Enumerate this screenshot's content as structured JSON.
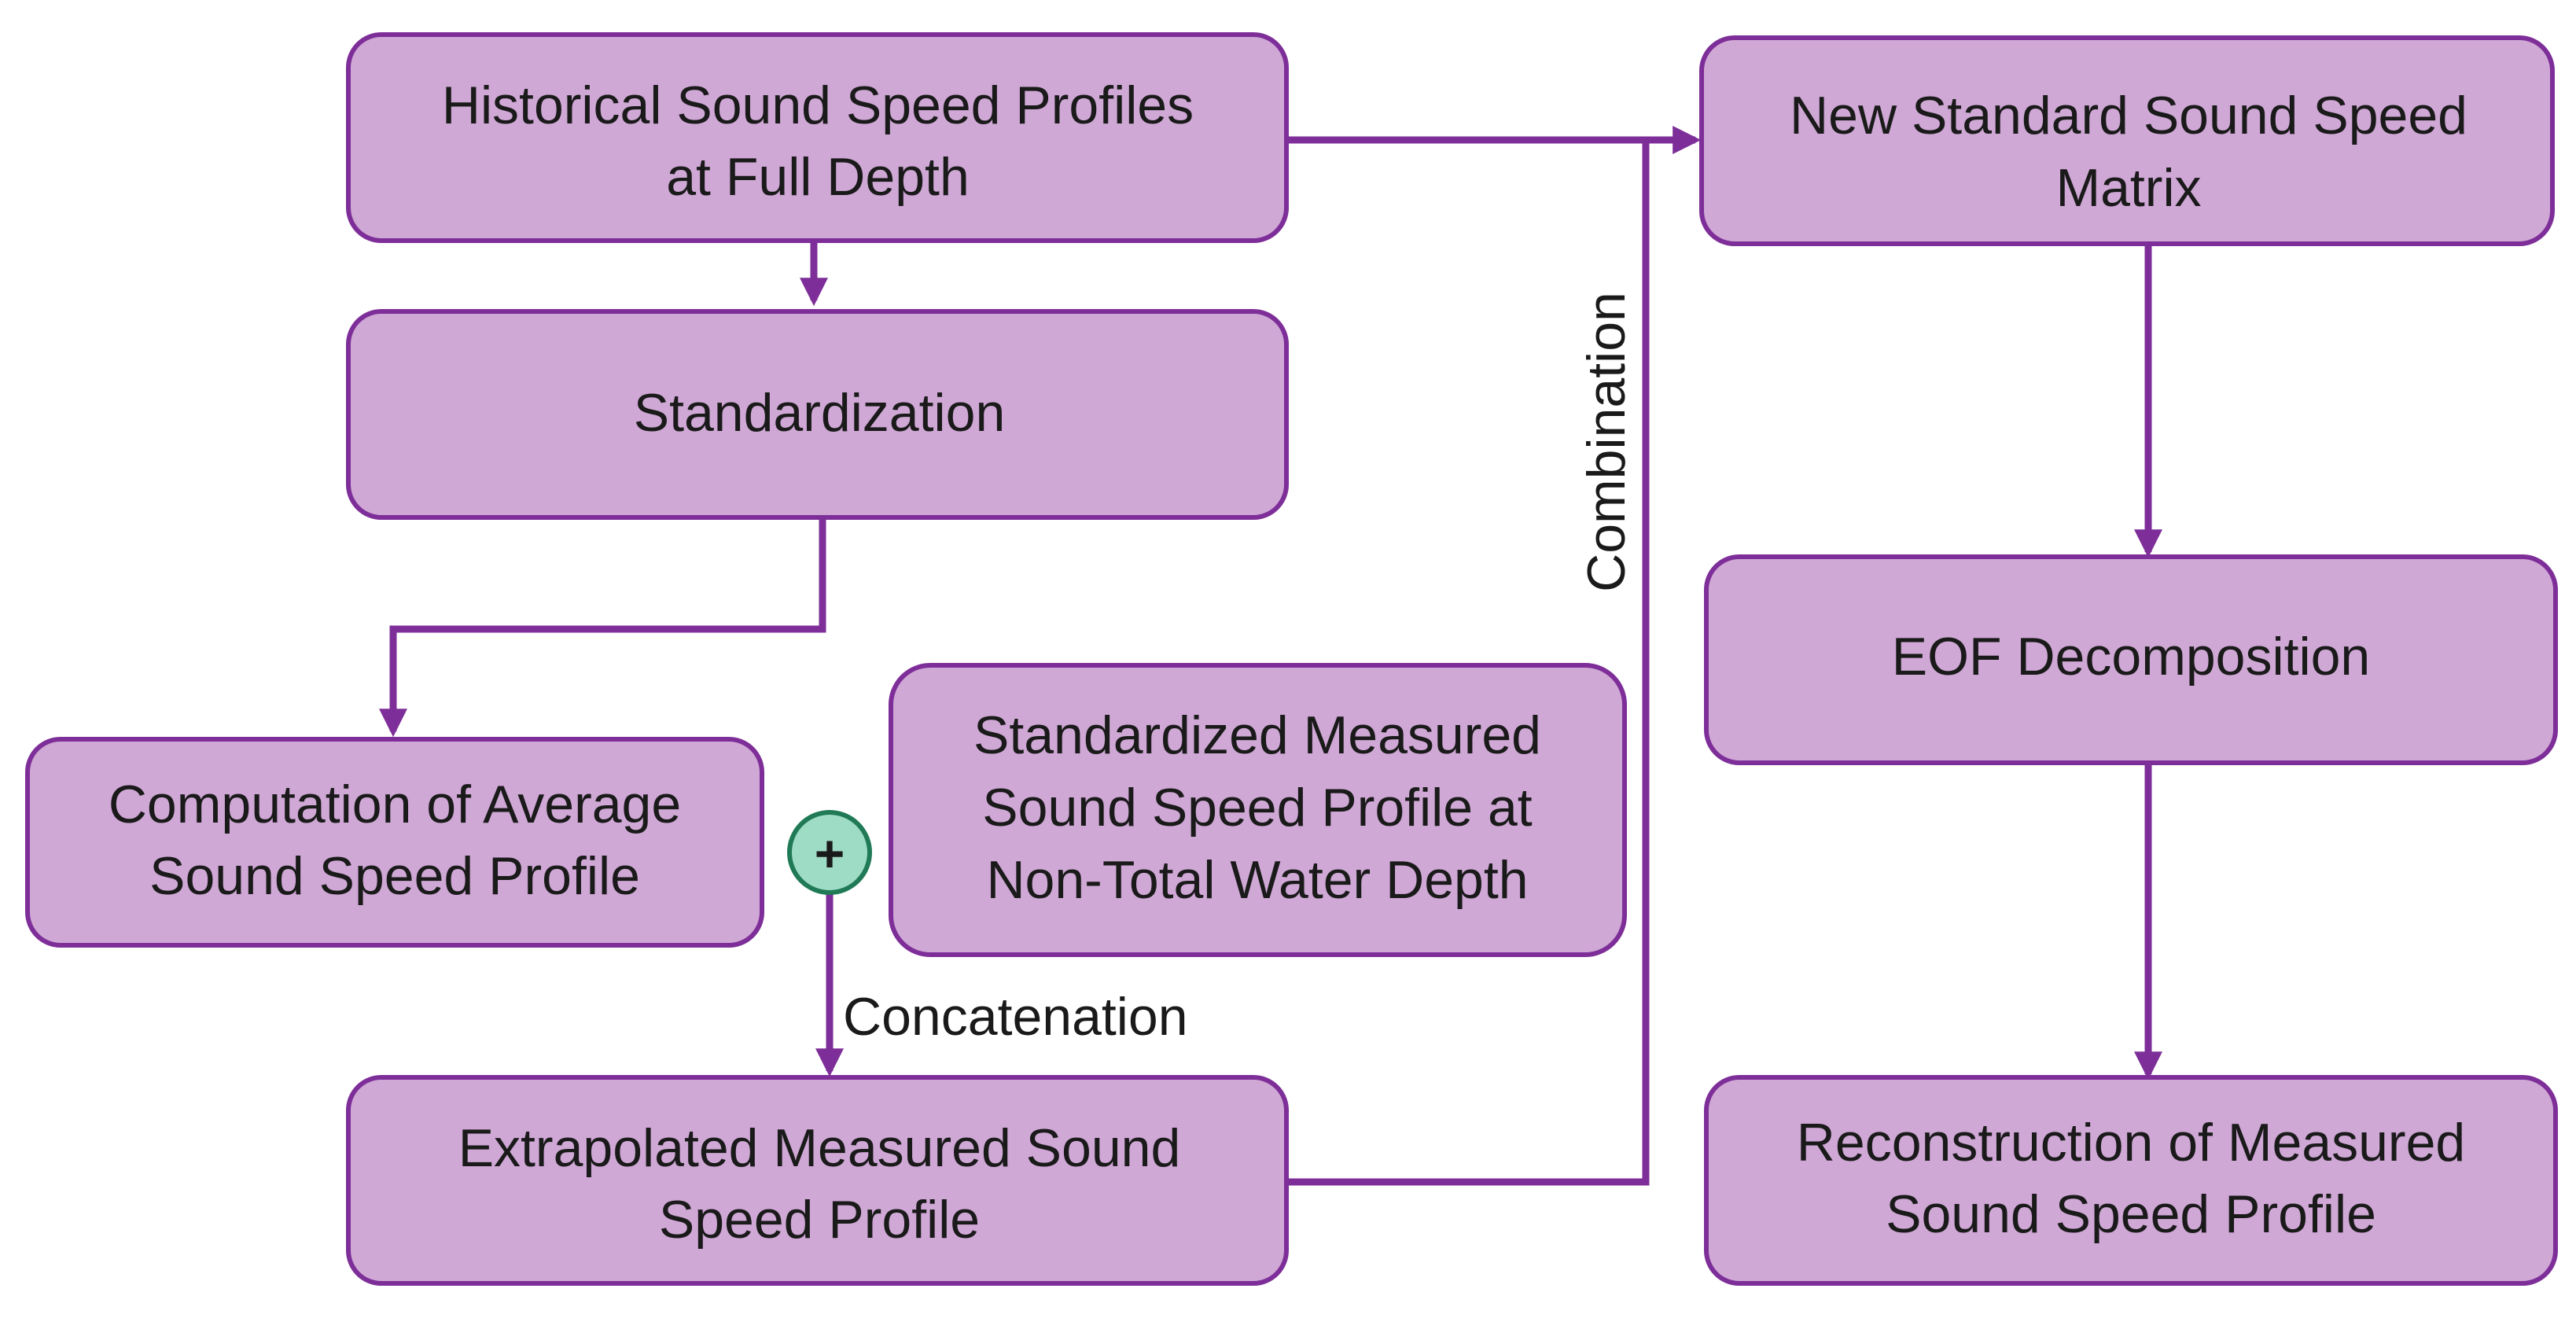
{
  "colors": {
    "box_fill": "#cfa8d5",
    "box_stroke": "#7e2e98",
    "connector": "#7e2e98",
    "plus_fill": "#9fdcc6",
    "plus_stroke": "#1f7a55"
  },
  "nodes": {
    "historical": {
      "line1": "Historical Sound Speed Profiles",
      "line2": "at Full Depth"
    },
    "standardization": {
      "line1": "Standardization"
    },
    "average": {
      "line1": "Computation of Average",
      "line2": "Sound Speed Profile"
    },
    "standardized_measured": {
      "line1": "Standardized Measured",
      "line2": "Sound Speed Profile at",
      "line3": "Non-Total Water Depth"
    },
    "extrapolated": {
      "line1": "Extrapolated Measured Sound",
      "line2": "Speed Profile"
    },
    "new_matrix": {
      "line1": "New Standard Sound Speed",
      "line2": "Matrix"
    },
    "eof": {
      "line1": "EOF Decomposition"
    },
    "reconstruction": {
      "line1": "Reconstruction of Measured",
      "line2": "Sound Speed Profile"
    }
  },
  "labels": {
    "combination": "Combination",
    "concatenation": "Concatenation",
    "plus_symbol": "+"
  }
}
